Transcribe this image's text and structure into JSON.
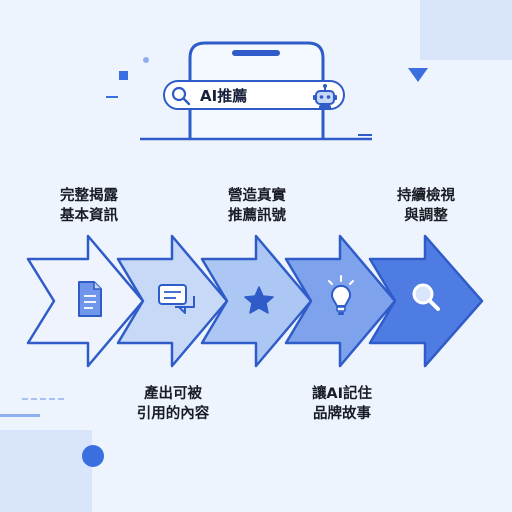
{
  "search": {
    "query": "AI推薦"
  },
  "steps": [
    {
      "position": "top",
      "lines": [
        "完整揭露",
        "基本資訊"
      ],
      "icon": "document-icon"
    },
    {
      "position": "bottom",
      "lines": [
        "產出可被",
        "引用的內容"
      ],
      "icon": "chat-bubbles-icon"
    },
    {
      "position": "top",
      "lines": [
        "營造真實",
        "推薦訊號"
      ],
      "icon": "star-icon"
    },
    {
      "position": "bottom",
      "lines": [
        "讓AI記住",
        "品牌故事"
      ],
      "icon": "lightbulb-icon"
    },
    {
      "position": "top",
      "lines": [
        "持續檢視",
        "與調整"
      ],
      "icon": "magnifier-icon"
    }
  ],
  "colors": {
    "background": "#eef4fd",
    "outline": "#2f5cc8",
    "arrow_fills": [
      "#eef3fd",
      "#c8d9f8",
      "#adc7f5",
      "#7ea3ec",
      "#4f7ce3"
    ],
    "accent": "#3b6fe0"
  }
}
